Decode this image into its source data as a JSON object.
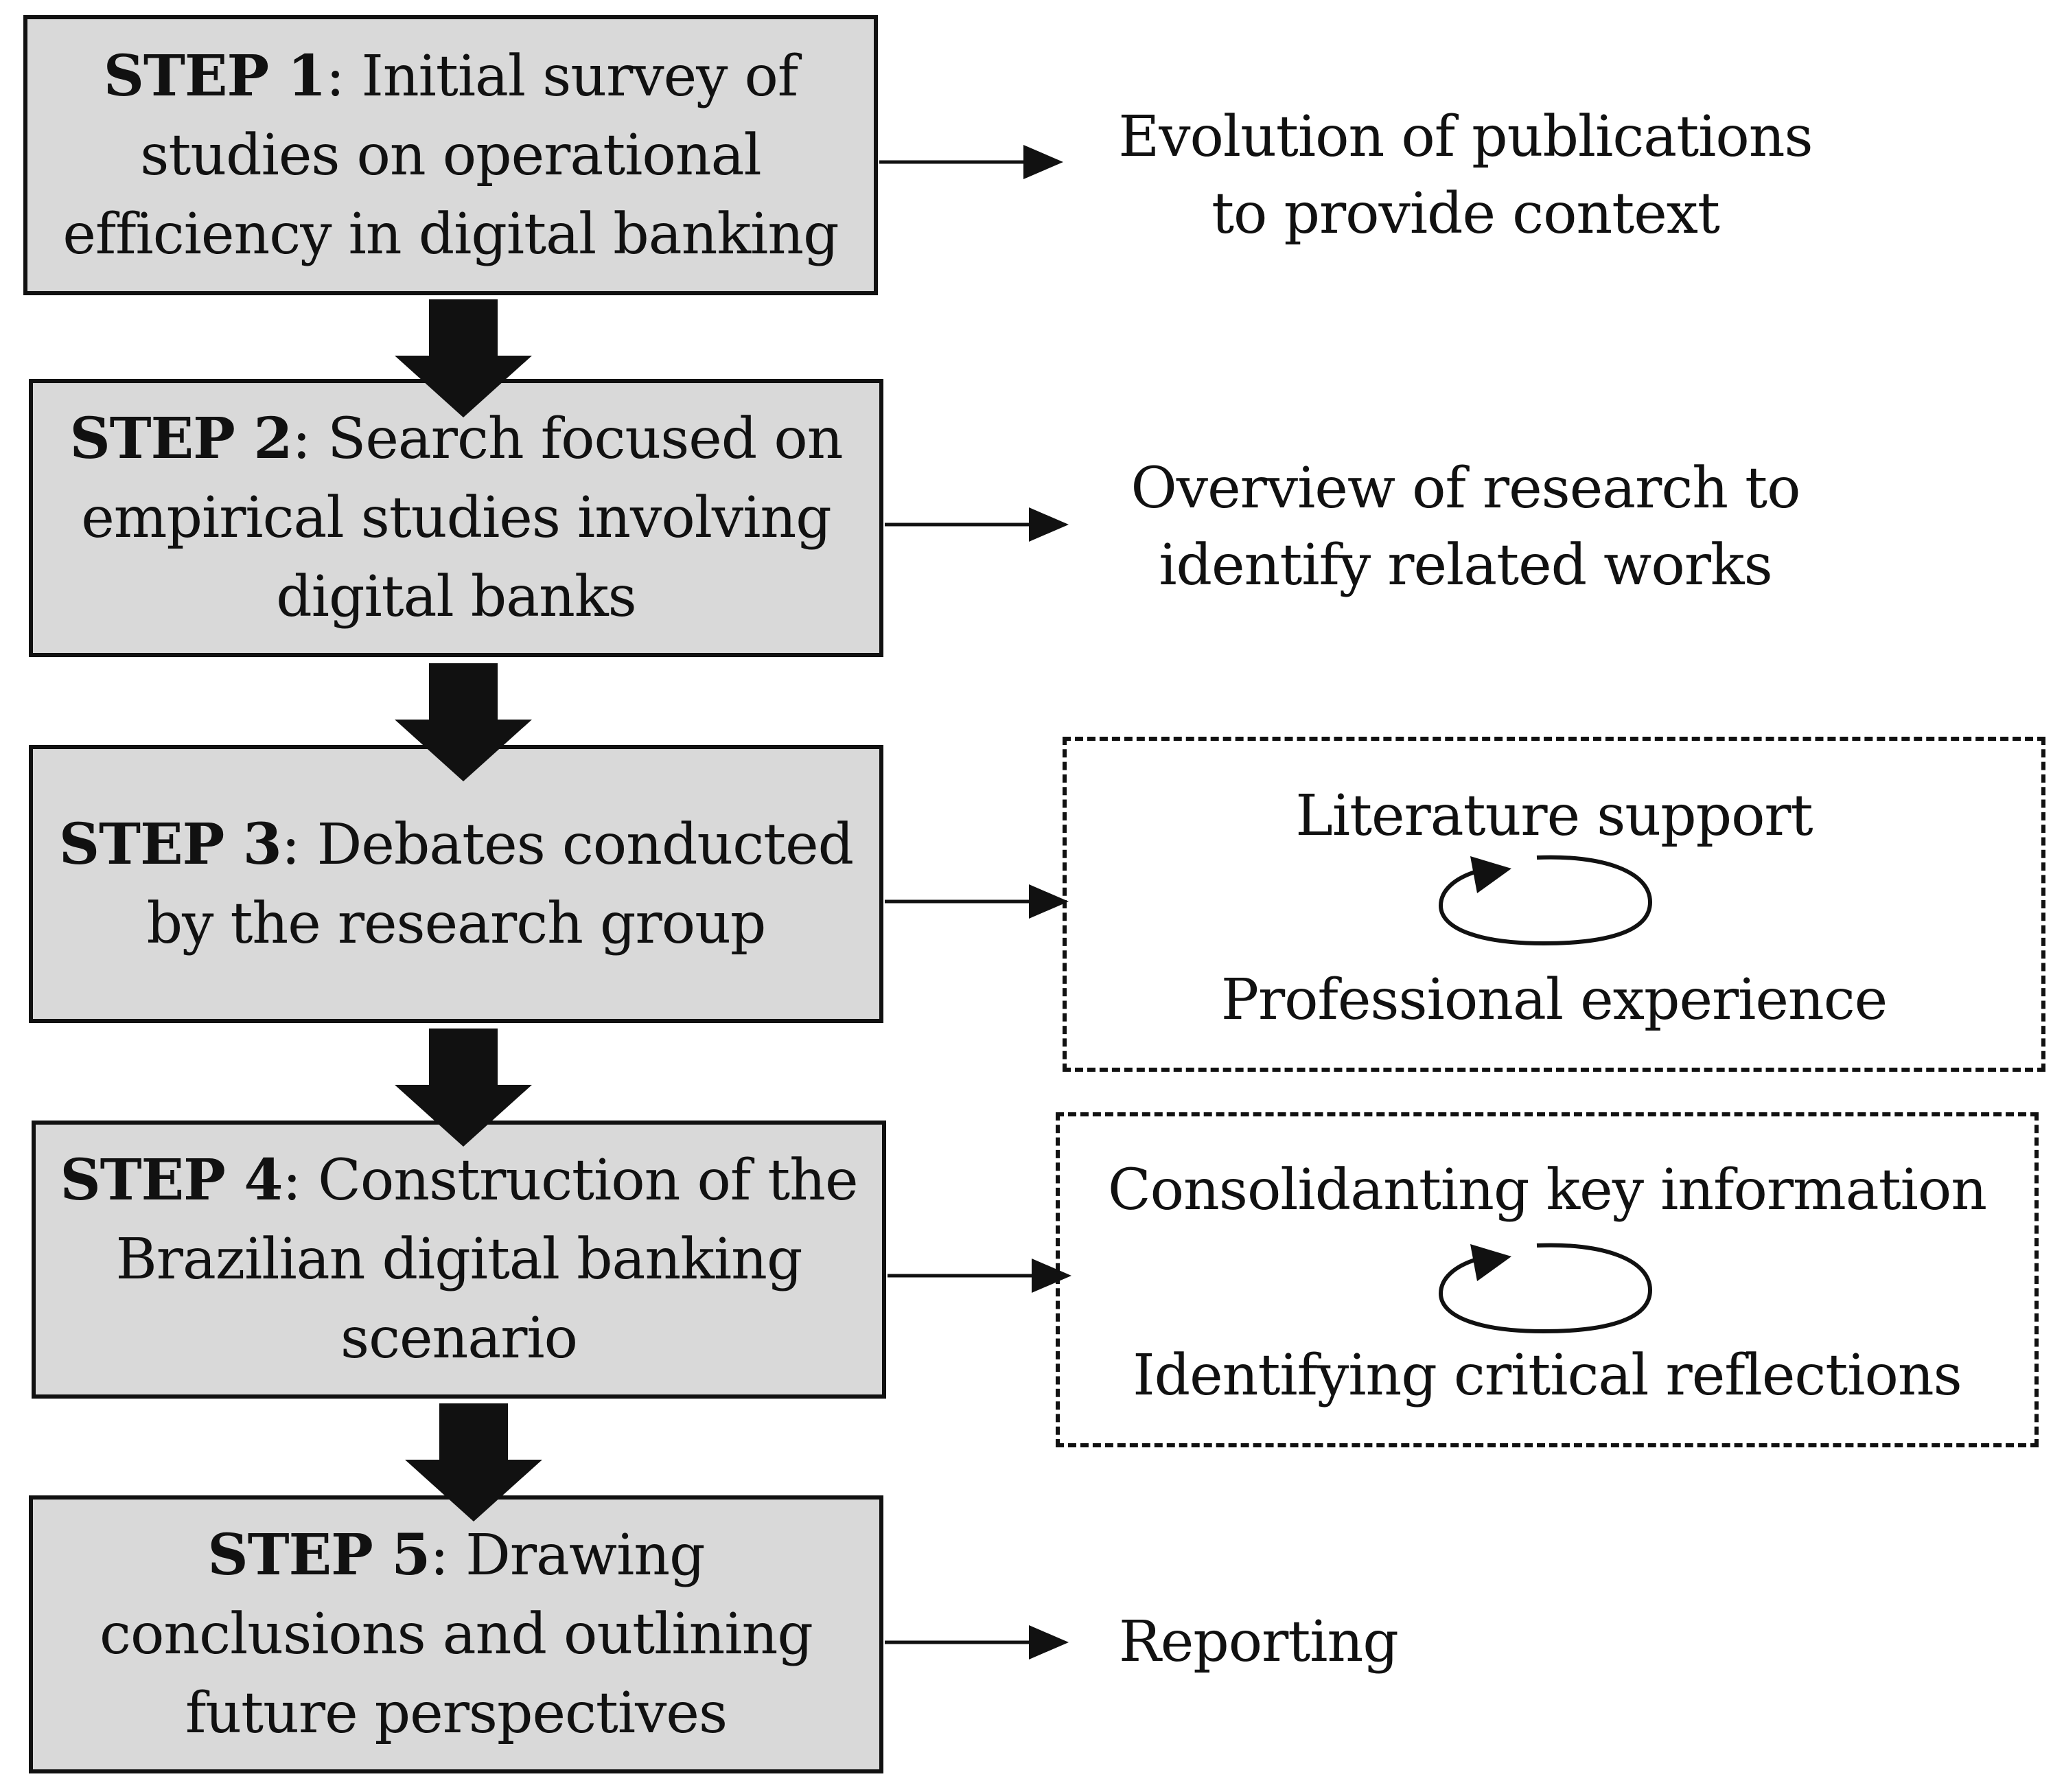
{
  "steps": [
    {
      "label": "STEP 1",
      "sep": ": ",
      "text": "Initial survey of studies on operational efficiency in digital banking"
    },
    {
      "label": "STEP 2",
      "sep": ": ",
      "text": "Search focused on empirical studies involving digital banks"
    },
    {
      "label": "STEP 3",
      "sep": ": ",
      "text": "Debates conducted by the research group"
    },
    {
      "label": "STEP 4",
      "sep": ": ",
      "text": "Construction of the Brazilian digital banking scenario"
    },
    {
      "label": "STEP 5",
      "sep": ": ",
      "text": "Drawing conclusions and outlining future perspectives"
    }
  ],
  "outcomes": {
    "step1": {
      "line1": "Evolution of publications",
      "line2": "to provide context"
    },
    "step2": {
      "line1": "Overview of research to",
      "line2": "identify related works"
    },
    "step3": {
      "top": "Literature support",
      "bottom": "Professional experience"
    },
    "step4": {
      "top": "Consolidanting key information",
      "bottom": "Identifying critical reflections"
    },
    "step5": {
      "line1": "Reporting"
    }
  },
  "icons": {
    "flow_arrow": "thick-down-arrow-icon",
    "link_arrow": "right-arrow-icon",
    "cycle": "cycle-arrow-icon"
  },
  "colors": {
    "step_fill": "#d9d9d9",
    "stroke": "#111111",
    "background": "#ffffff"
  }
}
